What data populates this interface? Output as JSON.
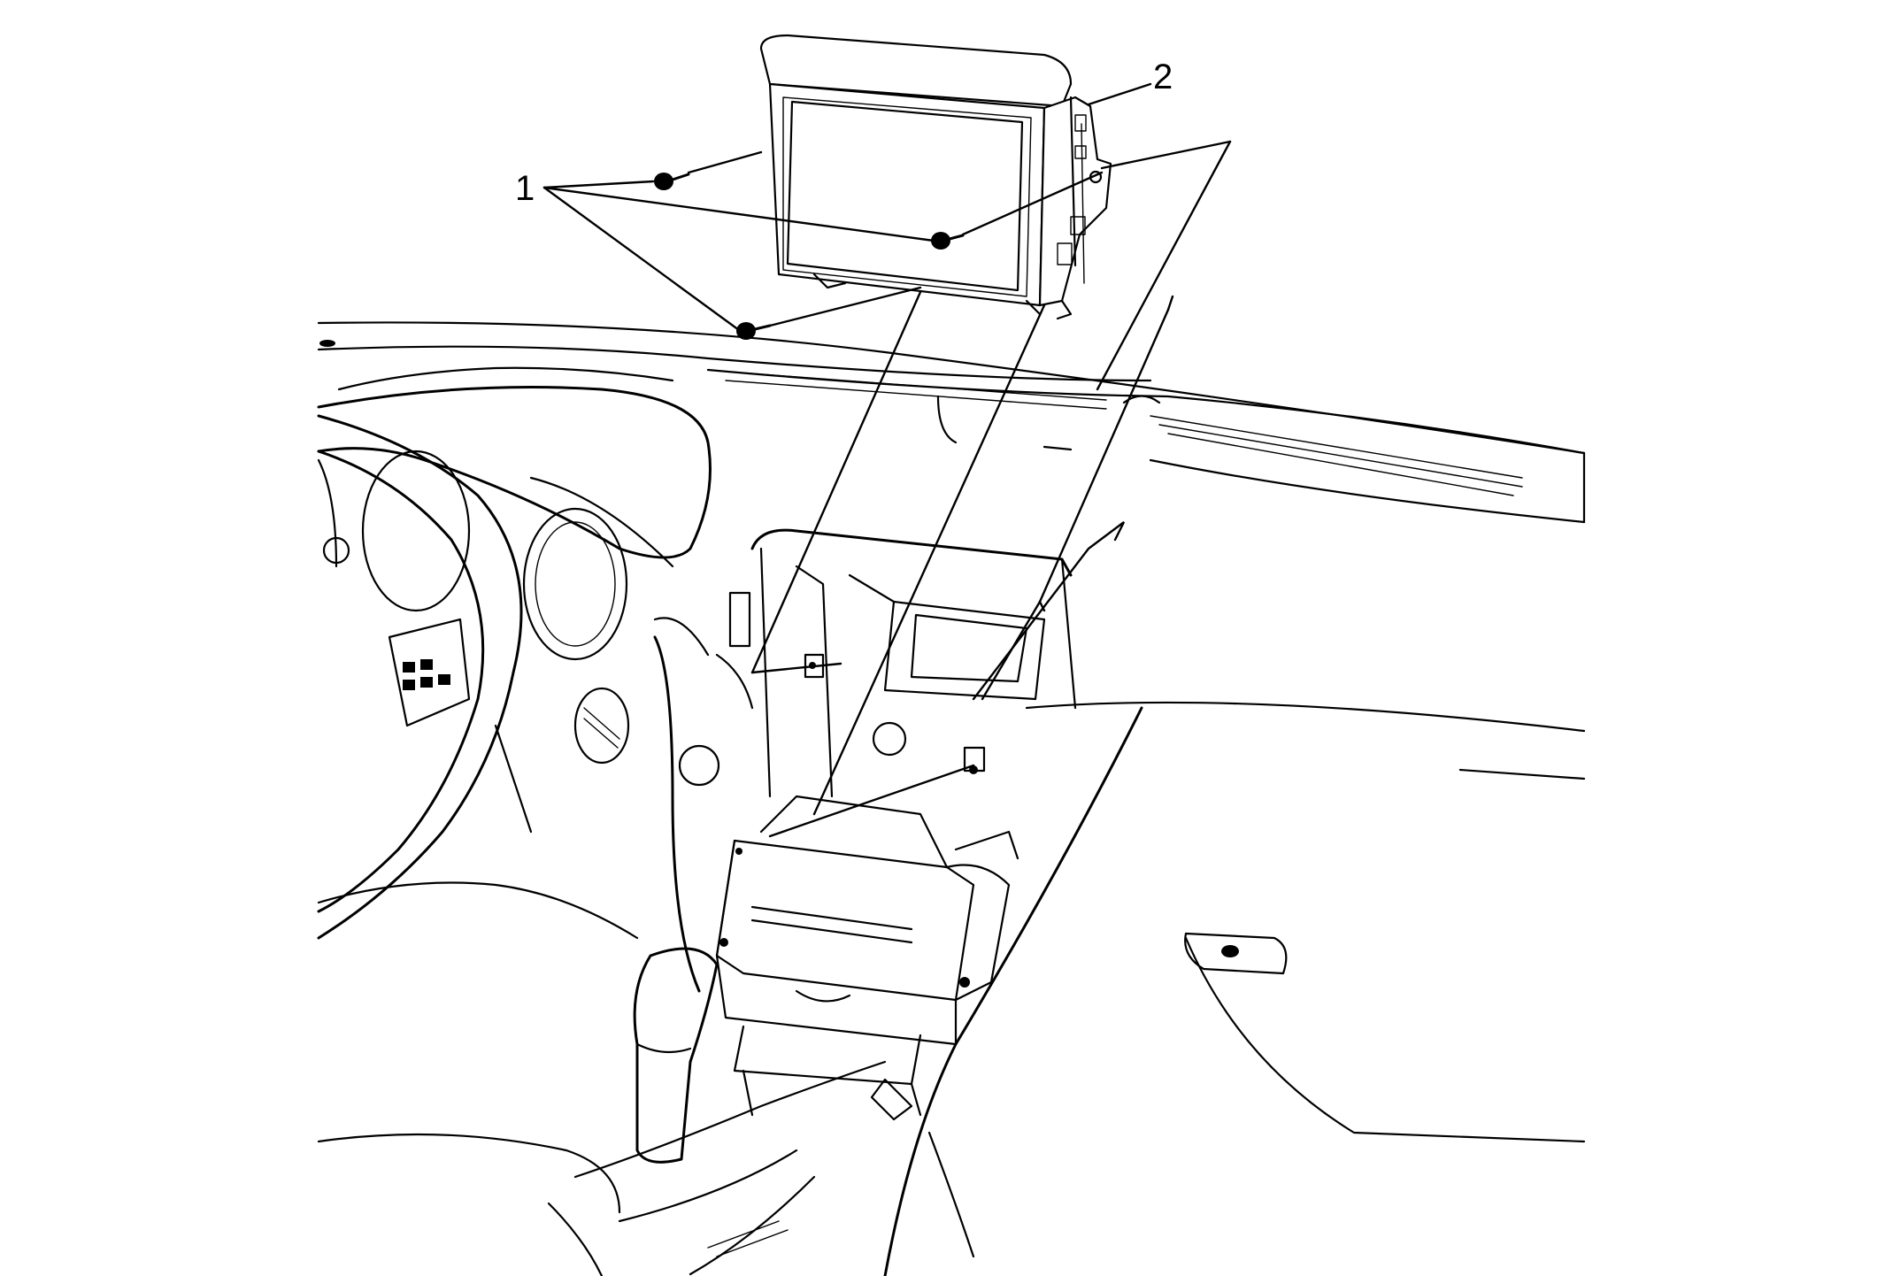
{
  "callouts": [
    {
      "id": "1",
      "label": "1"
    },
    {
      "id": "2",
      "label": "2"
    }
  ],
  "parts": [
    {
      "callout": "1",
      "icon": "screw-icon"
    },
    {
      "callout": "2",
      "icon": "display-module-icon"
    }
  ]
}
